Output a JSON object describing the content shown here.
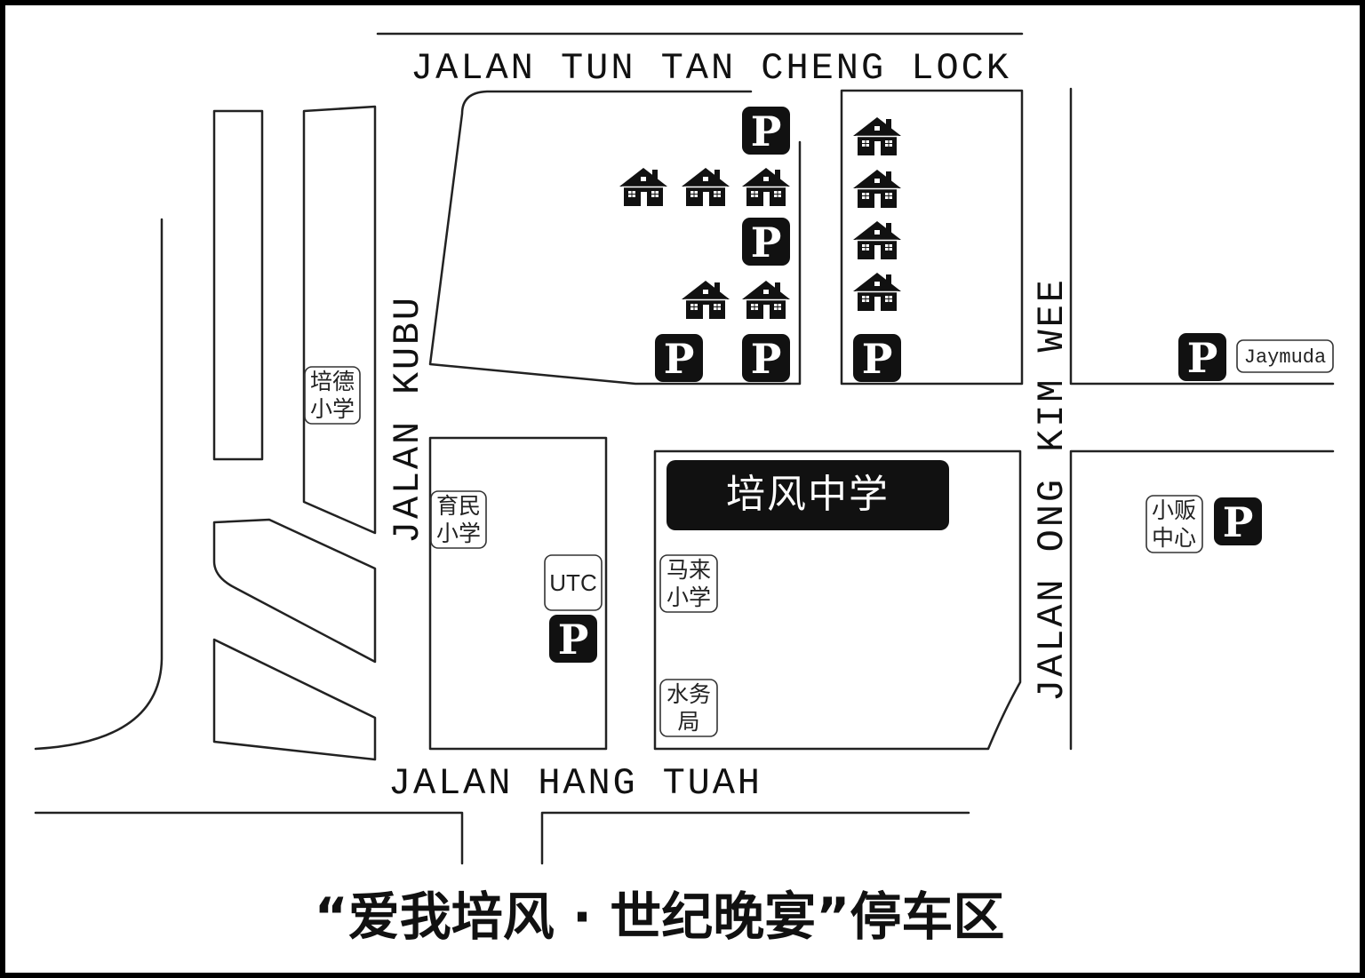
{
  "streets": {
    "north": "JALAN TUN TAN CHENG LOCK",
    "west": "JALAN KUBU",
    "east": "JALAN ONG KIM WEE",
    "south": "JALAN HANG TUAH"
  },
  "landmarks": {
    "pei_teck_school": [
      "培德",
      "小学"
    ],
    "yok_bin_school": [
      "育民",
      "小学"
    ],
    "utc": "UTC",
    "malay_school": [
      "马来",
      "小学"
    ],
    "water_office": [
      "水务",
      "局"
    ],
    "hawker_centre": [
      "小贩",
      "中心"
    ],
    "jaymuda": "Jaymuda",
    "pay_fong_school": "培风中学"
  },
  "parking": {
    "label": "P"
  },
  "caption": "“爱我培风 · 世纪晚宴”停车区",
  "icons": {
    "parking": "parking-icon",
    "house": "house-icon"
  },
  "colors": {
    "ink": "#111111",
    "background": "#ffffff"
  }
}
